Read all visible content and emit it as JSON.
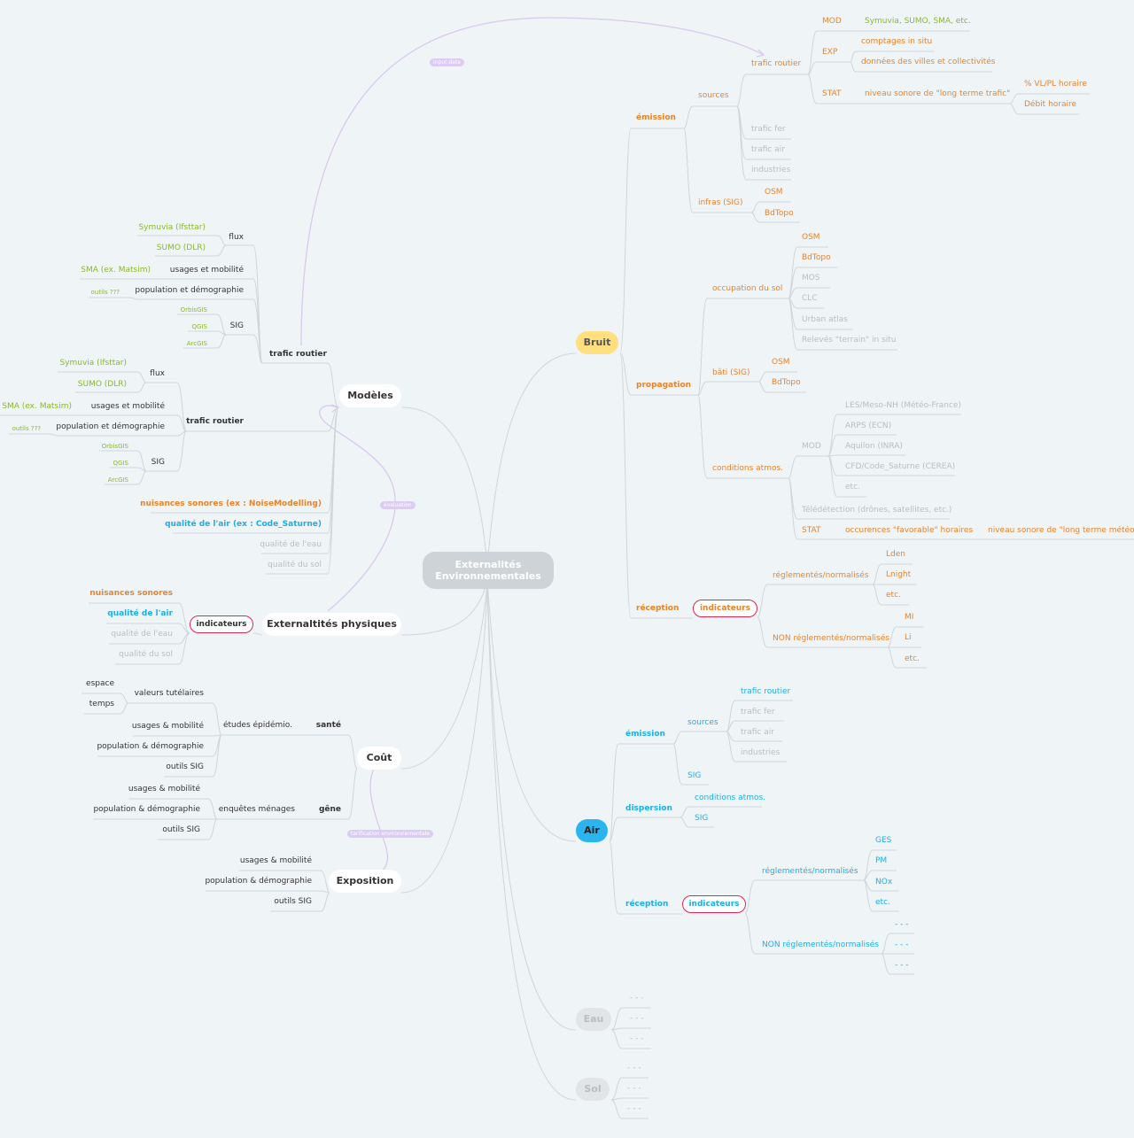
{
  "center": {
    "line1": "Externalités",
    "line2": "Environnementales"
  },
  "labels": {
    "input_data": "input data",
    "evaluation": "évaluation",
    "tarification": "tarification environnementale"
  },
  "bruit": {
    "title": "Bruit",
    "emission": "émission",
    "sources": "sources",
    "trafic_routier": "trafic routier",
    "mod": "MOD",
    "mod_tools": "Symuvia, SUMO, SMA, etc.",
    "exp": "EXP",
    "comptages": "comptages in situ",
    "donnees": "données des villes et collectivités",
    "stat": "STAT",
    "niveau_long_trafic": "niveau sonore de \"long terme trafic\"",
    "vl_pl": "% VL/PL horaire",
    "debit": "Débit horaire",
    "trafic_fer": "trafic fer",
    "trafic_air": "trafic air",
    "industries": "industries",
    "infras": "infras (SIG)",
    "osm": "OSM",
    "bdtopo": "BdTopo",
    "propagation": "propagation",
    "occupation": "occupation du sol",
    "mos": "MOS",
    "clc": "CLC",
    "urban_atlas": "Urban atlas",
    "releves": "Relevés \"terrain\" in situ",
    "bati": "bâti (SIG)",
    "conditions": "conditions atmos.",
    "cond_mod": "MOD",
    "les": "LES/Meso-NH (Météo-France)",
    "arps": "ARPS (ECN)",
    "aquilon": "Aquilon (INRA)",
    "cfd": "CFD/Code_Saturne (CEREA)",
    "etc": "etc.",
    "teledetection": "Télédétection (drônes, satellites, etc.)",
    "cond_stat": "STAT",
    "occurences": "occurences \"favorable\" horaires",
    "niveau_long_meteo": "niveau sonore de \"long terme météo\"",
    "reception": "réception",
    "indicateurs": "indicateurs",
    "regl": "réglementés/normalisés",
    "lden": "Lden",
    "lnight": "Lnight",
    "regl_etc": "etc.",
    "non_regl": "NON réglementés/normalisés",
    "mi": "MI",
    "li": "Li",
    "non_etc": "etc."
  },
  "air": {
    "title": "Air",
    "emission": "émission",
    "sources": "sources",
    "trafic_routier": "trafic routier",
    "trafic_fer": "trafic fer",
    "trafic_air": "trafic air",
    "industries": "industries",
    "sig": "SIG",
    "dispersion": "dispersion",
    "conditions": "conditions atmos.",
    "disp_sig": "SIG",
    "reception": "réception",
    "indicateurs": "indicateurs",
    "regl": "réglementés/normalisés",
    "ges": "GES",
    "pm": "PM",
    "nox": "NOx",
    "etc": "etc.",
    "non_regl": "NON réglementés/normalisés",
    "dash1": "- - -",
    "dash2": "- - -",
    "dash3": "- - -"
  },
  "eau": {
    "title": "Eau",
    "d1": "- - -",
    "d2": "- - -",
    "d3": "- - -"
  },
  "sol": {
    "title": "Sol",
    "d1": "- - -",
    "d2": "- - -",
    "d3": "- - -"
  },
  "modeles": {
    "title": "Modèles",
    "tr1": "trafic routier",
    "tr1_flux": "flux",
    "tr1_symuvia": "Symuvia (Ifsttar)",
    "tr1_sumo": "SUMO (DLR)",
    "tr1_usages": "usages et mobilité",
    "tr1_sma": "SMA (ex. Matsim)",
    "tr1_population": "population et démographie",
    "tr1_outils": "outils ???",
    "tr1_sig": "SIG",
    "tr1_orbis": "OrbisGIS",
    "tr1_qgis": "QGIS",
    "tr1_arcgis": "ArcGIS",
    "tr2": "trafic routier",
    "tr2_flux": "flux",
    "tr2_symuvia": "Symuvia (Ifsttar)",
    "tr2_sumo": "SUMO (DLR)",
    "tr2_usages": "usages et mobilité",
    "tr2_sma": "SMA (ex. Matsim)",
    "tr2_population": "population et démographie",
    "tr2_outils": "outils ???",
    "tr2_sig": "SIG",
    "tr2_orbis": "OrbisGIS",
    "tr2_qgis": "QGIS",
    "tr2_arcgis": "ArcGIS",
    "nuisances": "nuisances sonores (ex : NoiseModelling)",
    "qualite_air": "qualité de l'air (ex : Code_Saturne)",
    "qualite_eau": "qualité de l'eau",
    "qualite_sol": "qualité du sol"
  },
  "externalites": {
    "title": "Externaltités physiques",
    "indicateurs": "indicateurs",
    "nuisances": "nuisances sonores",
    "qualite_air": "qualité de l'air",
    "qualite_eau": "qualité de l'eau",
    "qualite_sol": "qualité du sol"
  },
  "cout": {
    "title": "Coût",
    "sante": "santé",
    "etudes": "études épidémio.",
    "valeurs": "valeurs tutélaires",
    "espace": "espace",
    "temps": "temps",
    "usages": "usages & mobilité",
    "population": "population & démographie",
    "outils": "outils SIG",
    "gene": "gêne",
    "enquetes": "enquêtes ménages",
    "g_usages": "usages & mobilité",
    "g_population": "population & démographie",
    "g_outils": "outils SIG"
  },
  "exposition": {
    "title": "Exposition",
    "usages": "usages & mobilité",
    "population": "population & démographie",
    "outils": "outils SIG"
  }
}
